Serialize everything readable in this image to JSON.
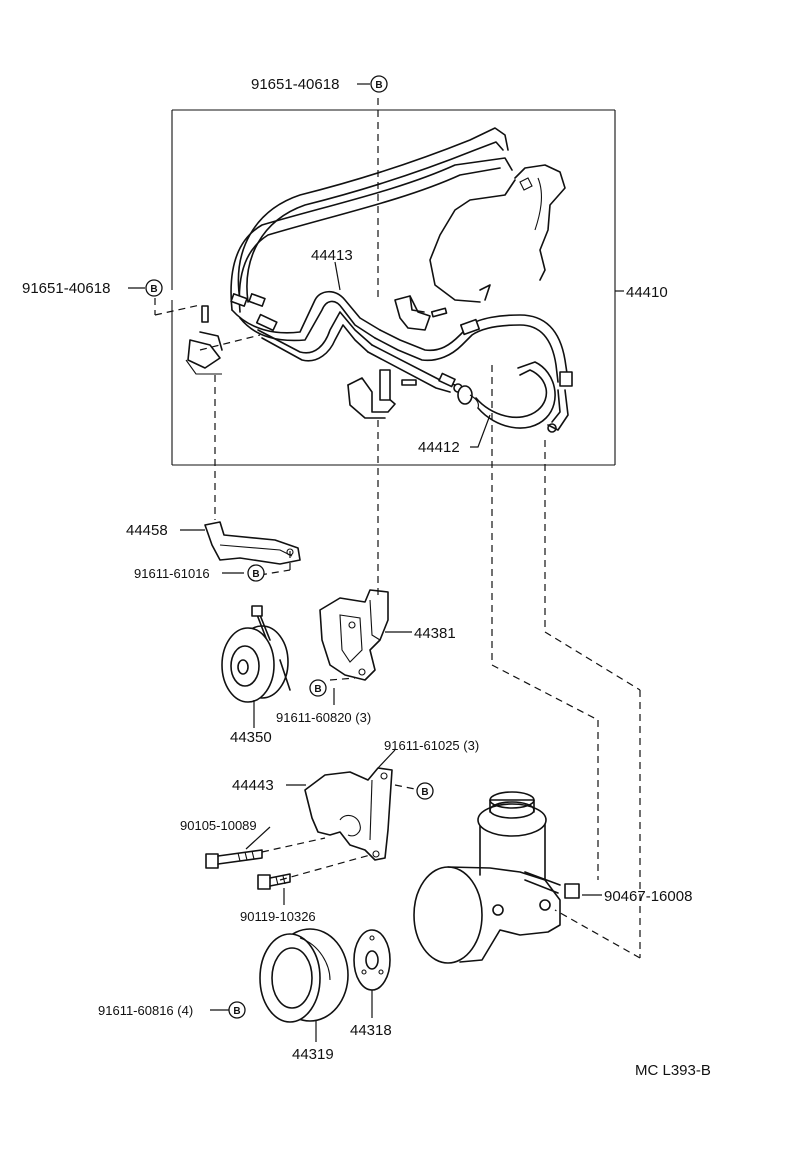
{
  "diagram": {
    "parts": {
      "p91651_top": "91651-40618",
      "p91651_left": "91651-40618",
      "p44413": "44413",
      "p44410": "44410",
      "p44412": "44412",
      "p44458": "44458",
      "p91611_61016": "91611-61016",
      "p44381": "44381",
      "p44350": "44350",
      "p91611_60820": "91611-60820 (3)",
      "p91611_61025": "91611-61025 (3)",
      "p44443": "44443",
      "p90105": "90105-10089",
      "p90119": "90119-10326",
      "p90467": "90467-16008",
      "p91611_60816": "91611-60816 (4)",
      "p44318": "44318",
      "p44319": "44319"
    },
    "bolt_marker": "B",
    "catalog_code": "MC L393-B"
  }
}
